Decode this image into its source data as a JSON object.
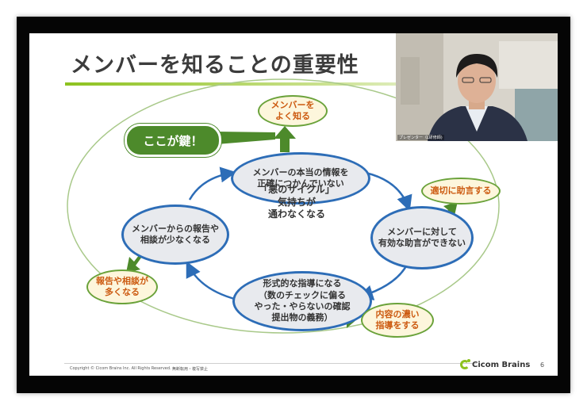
{
  "slide": {
    "title": "メンバーを知ることの重要性",
    "center_text": "「悪のサイクル」\n気持ちが\n通わなくなる",
    "key_label": "ここが鍵！",
    "cycle": [
      {
        "text": "メンバーの本当の情報を\n正確につかんでいない"
      },
      {
        "text": "メンバーに対して\n有効な助言ができない"
      },
      {
        "text": "形式的な指導になる\n（数のチェックに偏る\nやった・やらないの確認\n提出物の義務）"
      },
      {
        "text": "メンバーからの報告や\n相談が少なくなる"
      }
    ],
    "outcomes": [
      {
        "text": "メンバーを\nよく知る"
      },
      {
        "text": "適切に助言する"
      },
      {
        "text": "内容の濃い\n指導をする"
      },
      {
        "text": "報告や相談が\n多くなる"
      }
    ],
    "footer": {
      "copyright": "Copyright © Cicom Brains Inc. All Rights Reserved.",
      "notice": "無断転用・複写禁止",
      "logo": "Cicom Brains",
      "page": "6"
    }
  },
  "video": {
    "caption": "プレゼンター（L研修師)"
  },
  "colors": {
    "cycle_blue": "#2d6db7",
    "outcome_green": "#6aa23a",
    "key_green": "#4d8a2b",
    "outcome_text": "#cc5a10",
    "accent": "#8dc21f"
  }
}
